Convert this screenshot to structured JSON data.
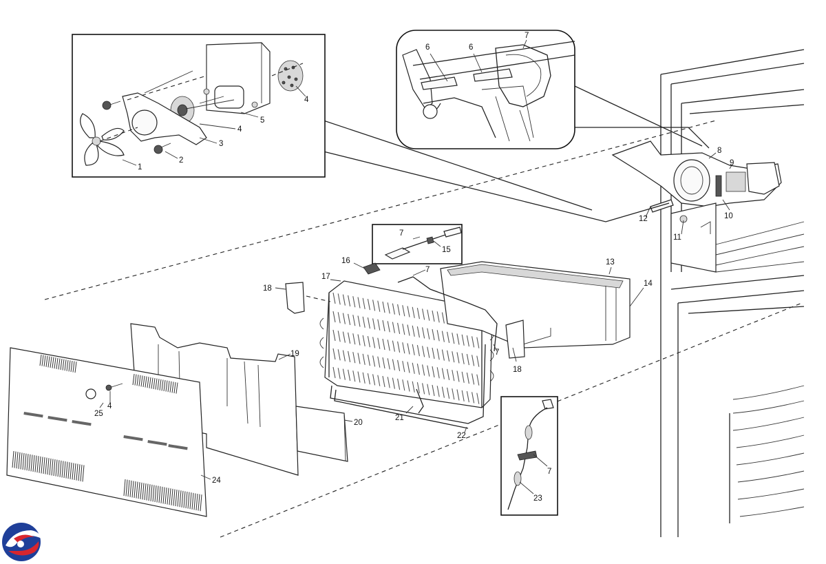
{
  "diagram": {
    "callouts": [
      {
        "id": "c1",
        "text": "1"
      },
      {
        "id": "c2",
        "text": "2"
      },
      {
        "id": "c3",
        "text": "3"
      },
      {
        "id": "c4a",
        "text": "4"
      },
      {
        "id": "c4b",
        "text": "4"
      },
      {
        "id": "c5",
        "text": "5"
      },
      {
        "id": "c6a",
        "text": "6"
      },
      {
        "id": "c6b",
        "text": "6"
      },
      {
        "id": "c7a",
        "text": "7"
      },
      {
        "id": "c8",
        "text": "8"
      },
      {
        "id": "c9",
        "text": "9"
      },
      {
        "id": "c10",
        "text": "10"
      },
      {
        "id": "c11",
        "text": "11"
      },
      {
        "id": "c12",
        "text": "12"
      },
      {
        "id": "c13",
        "text": "13"
      },
      {
        "id": "c14",
        "text": "14"
      },
      {
        "id": "c7b",
        "text": "7"
      },
      {
        "id": "c15",
        "text": "15"
      },
      {
        "id": "c16",
        "text": "16"
      },
      {
        "id": "c7c",
        "text": "7"
      },
      {
        "id": "c17",
        "text": "17"
      },
      {
        "id": "c18a",
        "text": "18"
      },
      {
        "id": "c18b",
        "text": "18"
      },
      {
        "id": "c7d",
        "text": "7"
      },
      {
        "id": "c19",
        "text": "19"
      },
      {
        "id": "c4c",
        "text": "4"
      },
      {
        "id": "c25",
        "text": "25"
      },
      {
        "id": "c20",
        "text": "20"
      },
      {
        "id": "c21",
        "text": "21"
      },
      {
        "id": "c22",
        "text": "22"
      },
      {
        "id": "c24",
        "text": "24"
      },
      {
        "id": "c7e",
        "text": "7"
      },
      {
        "id": "c23",
        "text": "23"
      }
    ]
  },
  "logo": {
    "name": "brand-logo",
    "colors": [
      "#1f3f99",
      "#d8262e"
    ]
  }
}
